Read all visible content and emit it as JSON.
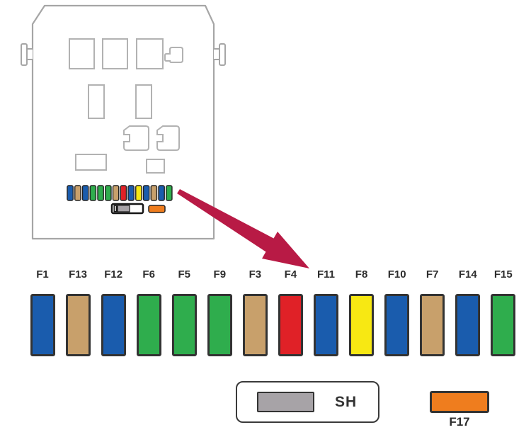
{
  "colors": {
    "blue": "#1a5cad",
    "tan": "#c8a06b",
    "green": "#2fad4d",
    "red": "#e02127",
    "yellow": "#f7e813",
    "orange": "#ef7d1e",
    "gray": "#a7a3a7",
    "arrow": "#b81a45",
    "outline": "#a6a6a6",
    "inner_outline": "#b2b2b2",
    "fuse_border": "#333333"
  },
  "fuse_row": {
    "fuses": [
      {
        "label": "F1",
        "color": "blue"
      },
      {
        "label": "F13",
        "color": "tan"
      },
      {
        "label": "F12",
        "color": "blue"
      },
      {
        "label": "F6",
        "color": "green"
      },
      {
        "label": "F5",
        "color": "green"
      },
      {
        "label": "F9",
        "color": "green"
      },
      {
        "label": "F3",
        "color": "tan"
      },
      {
        "label": "F4",
        "color": "red"
      },
      {
        "label": "F11",
        "color": "blue"
      },
      {
        "label": "F8",
        "color": "yellow"
      },
      {
        "label": "F10",
        "color": "blue"
      },
      {
        "label": "F7",
        "color": "tan"
      },
      {
        "label": "F14",
        "color": "blue"
      },
      {
        "label": "F15",
        "color": "green"
      }
    ]
  },
  "fusebox_inset": {
    "mini_fuse_colors": [
      "blue",
      "tan",
      "blue",
      "green",
      "green",
      "green",
      "tan",
      "red",
      "blue",
      "yellow",
      "blue",
      "tan",
      "blue",
      "green"
    ]
  },
  "sh_fuse": {
    "label": "SH"
  },
  "f17_fuse": {
    "label": "F17"
  }
}
